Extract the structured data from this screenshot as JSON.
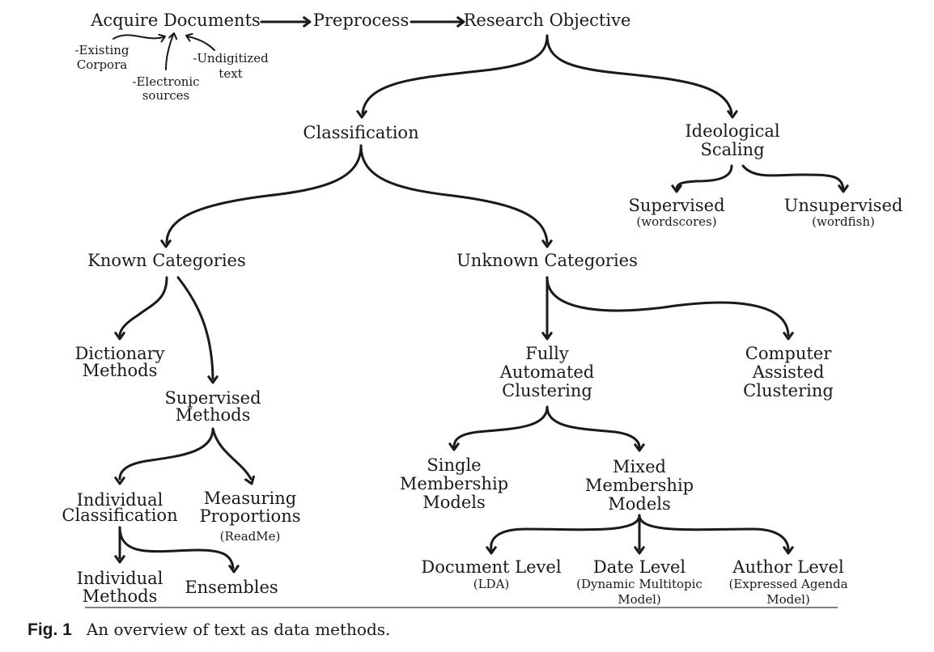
{
  "diagram": {
    "nodes": {
      "acquire": [
        "Acquire Documents"
      ],
      "preprocess": [
        "Preprocess"
      ],
      "research": [
        "Research Objective"
      ],
      "existing": [
        "-Existing",
        "Corpora"
      ],
      "electronic": [
        "-Electronic",
        "sources"
      ],
      "undigitized": [
        "-Undigitized",
        "text"
      ],
      "classification": [
        "Classification"
      ],
      "ideological": [
        "Ideological",
        "Scaling"
      ],
      "supervised_scaling": [
        "Supervised"
      ],
      "supervised_scaling_sub": [
        "(wordscores)"
      ],
      "unsupervised_scaling": [
        "Unsupervised"
      ],
      "unsupervised_scaling_sub": [
        "(wordfish)"
      ],
      "known": [
        "Known Categories"
      ],
      "unknown": [
        "Unknown Categories"
      ],
      "dictionary": [
        "Dictionary",
        "Methods"
      ],
      "supervised_methods": [
        "Supervised",
        "Methods"
      ],
      "fully_automated": [
        "Fully",
        "Automated",
        "Clustering"
      ],
      "computer_assisted": [
        "Computer",
        "Assisted",
        "Clustering"
      ],
      "individual_classification": [
        "Individual",
        "Classification"
      ],
      "measuring": [
        "Measuring",
        "Proportions"
      ],
      "measuring_sub": [
        "(ReadMe)"
      ],
      "single_membership": [
        "Single",
        "Membership",
        "Models"
      ],
      "mixed_membership": [
        "Mixed",
        "Membership",
        "Models"
      ],
      "individual_methods": [
        "Individual",
        "Methods"
      ],
      "ensembles": [
        "Ensembles"
      ],
      "document_level": [
        "Document Level"
      ],
      "document_level_sub": [
        "(LDA)"
      ],
      "date_level": [
        "Date Level"
      ],
      "date_level_sub": [
        "(Dynamic Multitopic",
        "Model)"
      ],
      "author_level": [
        "Author Level"
      ],
      "author_level_sub": [
        "(Expressed Agenda",
        "Model)"
      ]
    }
  },
  "caption": {
    "label": "Fig. 1",
    "text": "An overview of text as data methods."
  }
}
